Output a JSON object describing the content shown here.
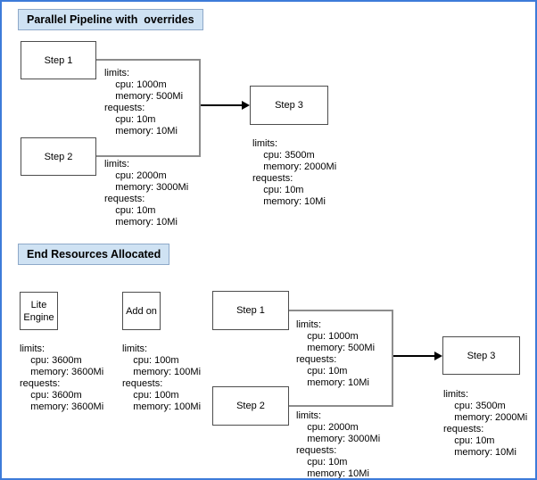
{
  "colors": {
    "outer_border": "#3d7bd9",
    "page_bg": "#ffffff",
    "title_bg": "#cfe2f3",
    "title_border": "#8ea9c9",
    "node_border": "#4d4d4d",
    "connector": "#8c8c8c",
    "arrow": "#000000",
    "text": "#000000"
  },
  "sections": [
    {
      "id": "pipeline-overrides",
      "title": "Parallel Pipeline with  overrides",
      "nodes": [
        {
          "id": "step1",
          "label": "Step 1",
          "resources": [
            "limits:",
            "    cpu: 1000m",
            "    memory: 500Mi",
            "requests:",
            "    cpu: 10m",
            "    memory: 10Mi"
          ]
        },
        {
          "id": "step2",
          "label": "Step 2",
          "resources": [
            "limits:",
            "    cpu: 2000m",
            "    memory: 3000Mi",
            "requests:",
            "    cpu: 10m",
            "    memory: 10Mi"
          ]
        },
        {
          "id": "step3",
          "label": "Step 3",
          "resources": [
            "limits:",
            "    cpu: 3500m",
            "    memory: 2000Mi",
            "requests:",
            "    cpu: 10m",
            "    memory: 10Mi"
          ]
        }
      ]
    },
    {
      "id": "end-resources-allocated",
      "title": "End Resources Allocated",
      "nodes": [
        {
          "id": "lite-engine",
          "label": "Lite Engine",
          "resources": [
            "limits:",
            "    cpu: 3600m",
            "    memory: 3600Mi",
            "requests:",
            "    cpu: 3600m",
            "    memory: 3600Mi"
          ]
        },
        {
          "id": "add-on",
          "label": "Add on",
          "resources": [
            "limits:",
            "    cpu: 100m",
            "    memory: 100Mi",
            "requests:",
            "    cpu: 100m",
            "    memory: 100Mi"
          ]
        },
        {
          "id": "step1",
          "label": "Step 1",
          "resources": [
            "limits:",
            "    cpu: 1000m",
            "    memory: 500Mi",
            "requests:",
            "    cpu: 10m",
            "    memory: 10Mi"
          ]
        },
        {
          "id": "step2",
          "label": "Step 2",
          "resources": [
            "limits:",
            "    cpu: 2000m",
            "    memory: 3000Mi",
            "requests:",
            "    cpu: 10m",
            "    memory: 10Mi"
          ]
        },
        {
          "id": "step3",
          "label": "Step 3",
          "resources": [
            "limits:",
            "    cpu: 3500m",
            "    memory: 2000Mi",
            "requests:",
            "    cpu: 10m",
            "    memory: 10Mi"
          ]
        }
      ]
    }
  ]
}
